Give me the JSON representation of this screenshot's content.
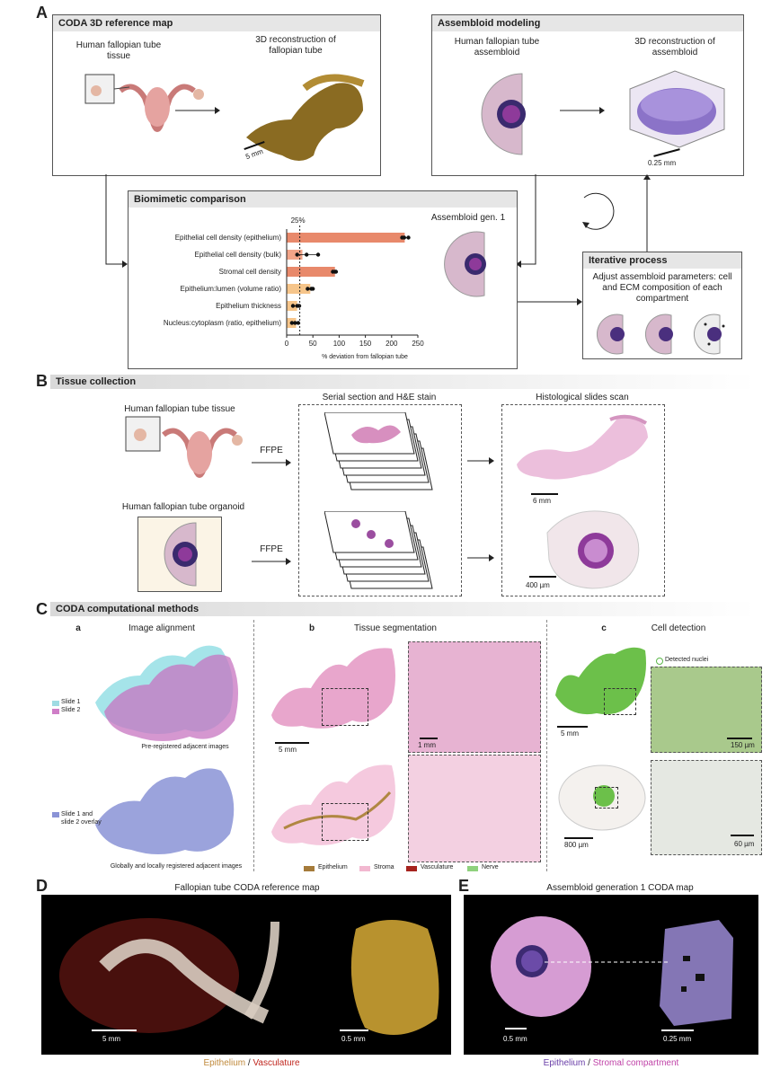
{
  "panels": {
    "A": "A",
    "B": "B",
    "C": "C",
    "D": "D",
    "E": "E"
  },
  "A": {
    "coda_box": {
      "title": "CODA 3D reference map",
      "tissue_label": "Human fallopian tube tissue",
      "recon_label": "3D reconstruction of fallopian tube",
      "scale": "5 mm"
    },
    "assembloid_box": {
      "title": "Assembloid modeling",
      "assembloid_label": "Human fallopian tube assembloid",
      "recon_label": "3D reconstruction of assembloid",
      "scale": "0.25 mm"
    },
    "biomimetic_box": {
      "title": "Biomimetic comparison",
      "assembloid_gen": "Assembloid gen. 1"
    },
    "iterative_box": {
      "title": "Iterative process",
      "text": "Adjust assembloid parameters: cell and ECM composition of each compartment"
    }
  },
  "chart_data": {
    "type": "bar",
    "orientation": "horizontal",
    "categories": [
      "Epithelial cell density (epithelium)",
      "Epithelial cell density (bulk)",
      "Stromal cell density",
      "Epithelium:lumen (volume ratio)",
      "Epithelium thickness",
      "Nucleus:cytoplasm (ratio, epithelium)"
    ],
    "values": [
      225,
      30,
      92,
      45,
      20,
      18
    ],
    "points": [
      [
        220,
        224,
        232
      ],
      [
        20,
        38,
        60
      ],
      [
        88,
        92,
        94
      ],
      [
        40,
        47,
        50
      ],
      [
        12,
        20,
        24
      ],
      [
        10,
        16,
        22
      ]
    ],
    "colors": [
      "#e8896b",
      "#f2a488",
      "#e8896b",
      "#f6c58a",
      "#f6c58a",
      "#f6c58a"
    ],
    "xlabel": "% deviation from fallopian tube",
    "xticks": [
      0,
      50,
      100,
      150,
      200,
      250
    ],
    "xlim": [
      0,
      250
    ],
    "threshold": 25,
    "threshold_label": "25%"
  },
  "B": {
    "title": "Tissue collection",
    "tissue_label": "Human fallopian tube tissue",
    "organoid_label": "Human fallopian tube organoid",
    "ffpe1": "FFPE",
    "ffpe2": "FFPE",
    "serial_label": "Serial section and H&E stain",
    "scan_label": "Histological slides scan",
    "scale1": "6 mm",
    "scale2": "400 µm"
  },
  "C": {
    "title": "CODA computational methods",
    "a_letter": "a",
    "a_title": "Image alignment",
    "slide1": "Slide 1",
    "slide2": "Slide 2",
    "pre_registered": "Pre-registered adjacent images",
    "overlay": "Slide 1 and slide 2 overlay",
    "registered": "Globally and locally registered adjacent images",
    "b_letter": "b",
    "b_title": "Tissue segmentation",
    "b_scale1": "5 mm",
    "b_scale2": "1 mm",
    "legend": [
      "Epithelium",
      "Stroma",
      "Vasculature",
      "Nerve"
    ],
    "legend_colors": [
      "#a57b3a",
      "#f2b8d0",
      "#a6231e",
      "#8fd17d"
    ],
    "c_letter": "c",
    "c_title": "Cell detection",
    "detected": "Detected nuclei",
    "c_scale1": "5 mm",
    "c_scale2": "150 µm",
    "c_scale3": "800 µm",
    "c_scale4": "60 µm"
  },
  "D": {
    "title": "Fallopian tube CODA reference map",
    "scale1": "5 mm",
    "scale2": "0.5 mm",
    "caption_a": "Epithelium",
    "caption_sep": " / ",
    "caption_b": "Vasculature"
  },
  "E": {
    "title": "Assembloid generation 1 CODA map",
    "scale1": "0.5 mm",
    "scale2": "0.25 mm",
    "caption_a": "Epithelium",
    "caption_sep": " / ",
    "caption_b": "Stromal compartment"
  }
}
